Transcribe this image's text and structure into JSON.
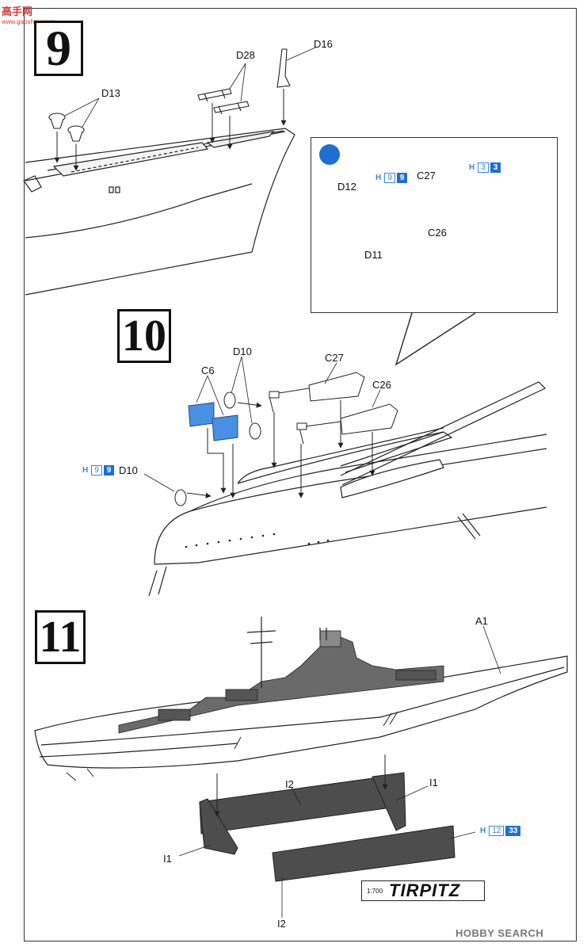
{
  "watermark_top": {
    "main": "高手网",
    "sub": "www.gaoshou.com"
  },
  "steps": {
    "s9": "9",
    "s10": "10",
    "s11": "11"
  },
  "step9": {
    "labels": {
      "d13": "D13",
      "d28": "D28",
      "d16": "D16"
    }
  },
  "detail": {
    "labels": {
      "d12": "D12",
      "c27": "C27",
      "c26": "C26",
      "d11": "D11"
    },
    "paint_a": {
      "h": "H",
      "code1": "9",
      "code2": "9"
    },
    "paint_b": {
      "h": "H",
      "code1": "3",
      "code2": "3"
    }
  },
  "step10": {
    "labels": {
      "c6": "C6",
      "d10_top": "D10",
      "c27": "C27",
      "c26": "C26",
      "d10_left": "D10"
    },
    "paint": {
      "h": "H",
      "code1": "9",
      "code2": "9"
    }
  },
  "step11": {
    "labels": {
      "a1": "A1",
      "i2_top": "I2",
      "i1_right": "I1",
      "i1_left": "I1",
      "i2_bottom": "I2"
    },
    "paint": {
      "h": "H",
      "code1": "12",
      "code2": "33"
    },
    "nameplate": {
      "scale": "1:700",
      "name": "TIRPITZ"
    }
  },
  "footer": {
    "brand": "HOBBY SEARCH"
  },
  "colors": {
    "part_blue": "#4a90e2",
    "line": "#222222",
    "stand": "#4d4d4d"
  }
}
